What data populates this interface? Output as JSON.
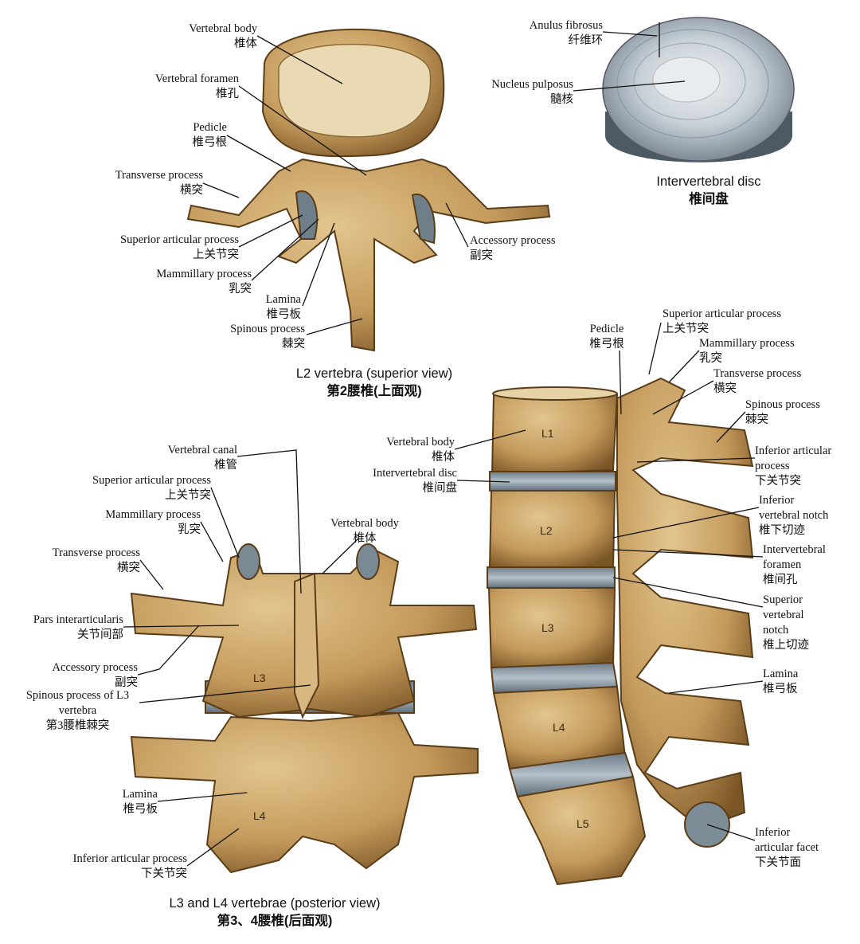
{
  "colors": {
    "bone": "#c49a5c",
    "bone_dark": "#6b4a20",
    "bone_light": "#e6d3a8",
    "disc": "#8fa0b0",
    "cartilage": "#7d8d98"
  },
  "l2": {
    "caption_en": "L2 vertebra (superior view)",
    "caption_zh": "第2腰椎(上面观)",
    "labels": [
      {
        "en": "Vertebral body",
        "zh": "椎体"
      },
      {
        "en": "Vertebral foramen",
        "zh": "椎孔"
      },
      {
        "en": "Pedicle",
        "zh": "椎弓根"
      },
      {
        "en": "Transverse process",
        "zh": "横突"
      },
      {
        "en": "Superior articular process",
        "zh": "上关节突"
      },
      {
        "en": "Mammillary process",
        "zh": "乳突"
      },
      {
        "en": "Lamina",
        "zh": "椎弓板"
      },
      {
        "en": "Spinous process",
        "zh": "棘突"
      },
      {
        "en": "Accessory process",
        "zh": "副突"
      }
    ]
  },
  "disc": {
    "caption_en": "Intervertebral disc",
    "caption_zh": "椎间盘",
    "labels": [
      {
        "en": "Anulus fibrosus",
        "zh": "纤维环"
      },
      {
        "en": "Nucleus pulposus",
        "zh": "髓核"
      }
    ]
  },
  "posterior": {
    "caption_en": "L3 and L4 vertebrae (posterior view)",
    "caption_zh": "第3、4腰椎(后面观)",
    "vertebra_labels": [
      "L3",
      "L4"
    ],
    "labels": [
      {
        "en": "Vertebral canal",
        "zh": "椎管"
      },
      {
        "en": "Superior articular process",
        "zh": "上关节突"
      },
      {
        "en": "Mammillary process",
        "zh": "乳突"
      },
      {
        "en": "Transverse process",
        "zh": "横突"
      },
      {
        "en": "Vertebral body",
        "zh": "椎体"
      },
      {
        "en": "Pars interarticularis",
        "zh": "关节间部"
      },
      {
        "en": "Accessory process",
        "zh": "副突"
      },
      {
        "en": "Spinous process of L3\nvertebra",
        "zh": "第3腰椎棘突"
      },
      {
        "en": "Lamina",
        "zh": "椎弓板"
      },
      {
        "en": "Inferior articular process",
        "zh": "下关节突"
      }
    ]
  },
  "lateral": {
    "vertebra_labels": [
      "L1",
      "L2",
      "L3",
      "L4",
      "L5"
    ],
    "labels": [
      {
        "en": "Pedicle",
        "zh": "椎弓根"
      },
      {
        "en": "Superior articular process",
        "zh": "上关节突"
      },
      {
        "en": "Mammillary process",
        "zh": "乳突"
      },
      {
        "en": "Transverse process",
        "zh": "横突"
      },
      {
        "en": "Spinous process",
        "zh": "棘突"
      },
      {
        "en": "Vertebral body",
        "zh": "椎体"
      },
      {
        "en": "Intervertebral disc",
        "zh": "椎间盘"
      },
      {
        "en": "Inferior articular\nprocess",
        "zh": "下关节突"
      },
      {
        "en": "Inferior\nvertebral notch",
        "zh": "椎下切迹"
      },
      {
        "en": "Intervertebral\nforamen",
        "zh": "椎间孔"
      },
      {
        "en": "Superior\nvertebral\nnotch",
        "zh": "椎上切迹"
      },
      {
        "en": "Lamina",
        "zh": "椎弓板"
      },
      {
        "en": "Inferior\narticular facet",
        "zh": "下关节面"
      }
    ]
  }
}
